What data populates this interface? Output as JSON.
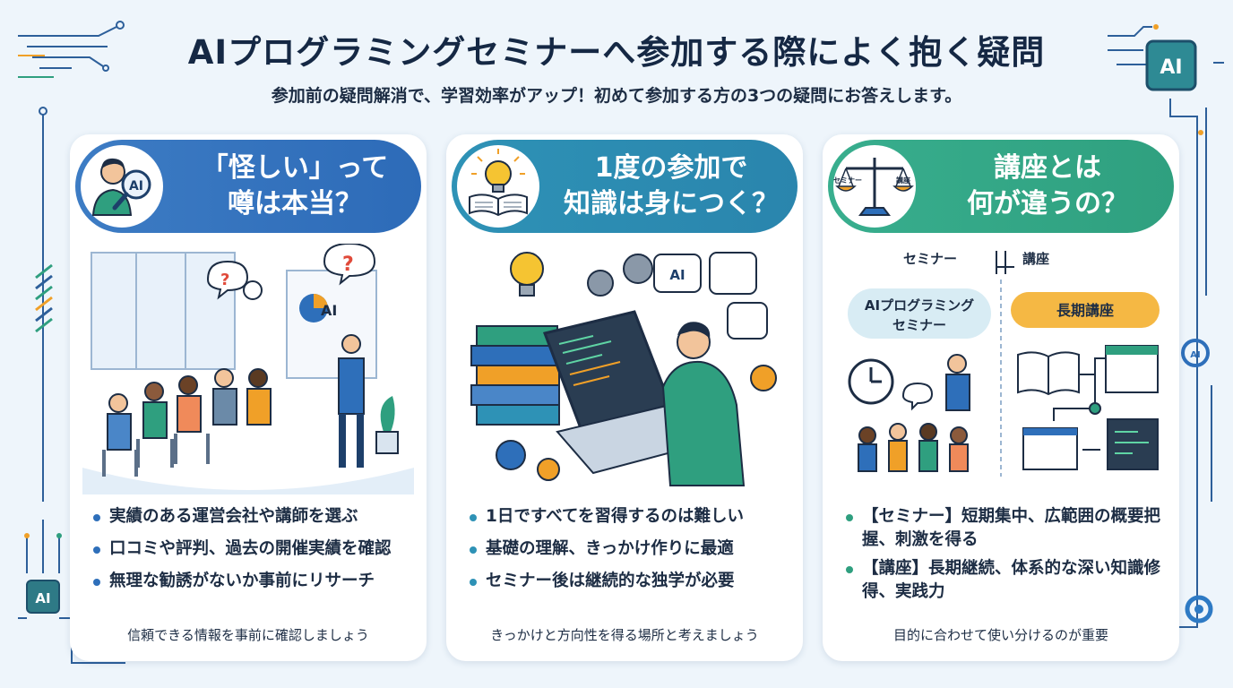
{
  "header": {
    "title": "AIプログラミングセミナーへ参加する際によく抱く疑問",
    "subtitle": "参加前の疑問解消で、学習効率がアップ！初めて参加する方の3つの疑問にお答えします。"
  },
  "decor": {
    "chip_label": "AI"
  },
  "cards": [
    {
      "icon": "person-magnifier-icon",
      "icon_text": "AI",
      "title_lines": [
        "「怪しい」って",
        "噂は本当？"
      ],
      "illustration_text": {
        "slide_label": "AI"
      },
      "bullets": [
        "実績のある運営会社や講師を選ぶ",
        "口コミや評判、過去の開催実績を確認",
        "無理な勧誘がないか事前にリサーチ"
      ],
      "footer": "信頼できる情報を事前に確認しましょう"
    },
    {
      "icon": "lightbulb-book-icon",
      "title_lines": [
        "1度の参加で",
        "知識は身につく？"
      ],
      "illustration_text": {
        "bubble_label": "AI"
      },
      "bullets": [
        "1日ですべてを習得するのは難しい",
        "基礎の理解、きっかけ作りに最適",
        "セミナー後は継続的な独学が必要"
      ],
      "footer": "きっかけと方向性を得る場所と考えましょう"
    },
    {
      "icon": "balance-scale-icon",
      "icon_labels": [
        "セミナー",
        "講座"
      ],
      "title_lines": [
        "講座とは",
        "何が違うの？"
      ],
      "compare": {
        "left_head": "セミナー",
        "right_head": "講座",
        "left_pill": [
          "AIプログラミング",
          "セミナー"
        ],
        "right_pill": "長期講座"
      },
      "bullets": [
        "【セミナー】短期集中、広範囲の概要把握、刺激を得る",
        "【講座】長期継続、体系的な深い知識修得、実践力"
      ],
      "footer": "目的に合わせて使い分けるのが重要"
    }
  ],
  "colors": {
    "blue": "#2e6fba",
    "teal": "#2e92b6",
    "green": "#2f9f7f",
    "orange": "#f0a028"
  }
}
